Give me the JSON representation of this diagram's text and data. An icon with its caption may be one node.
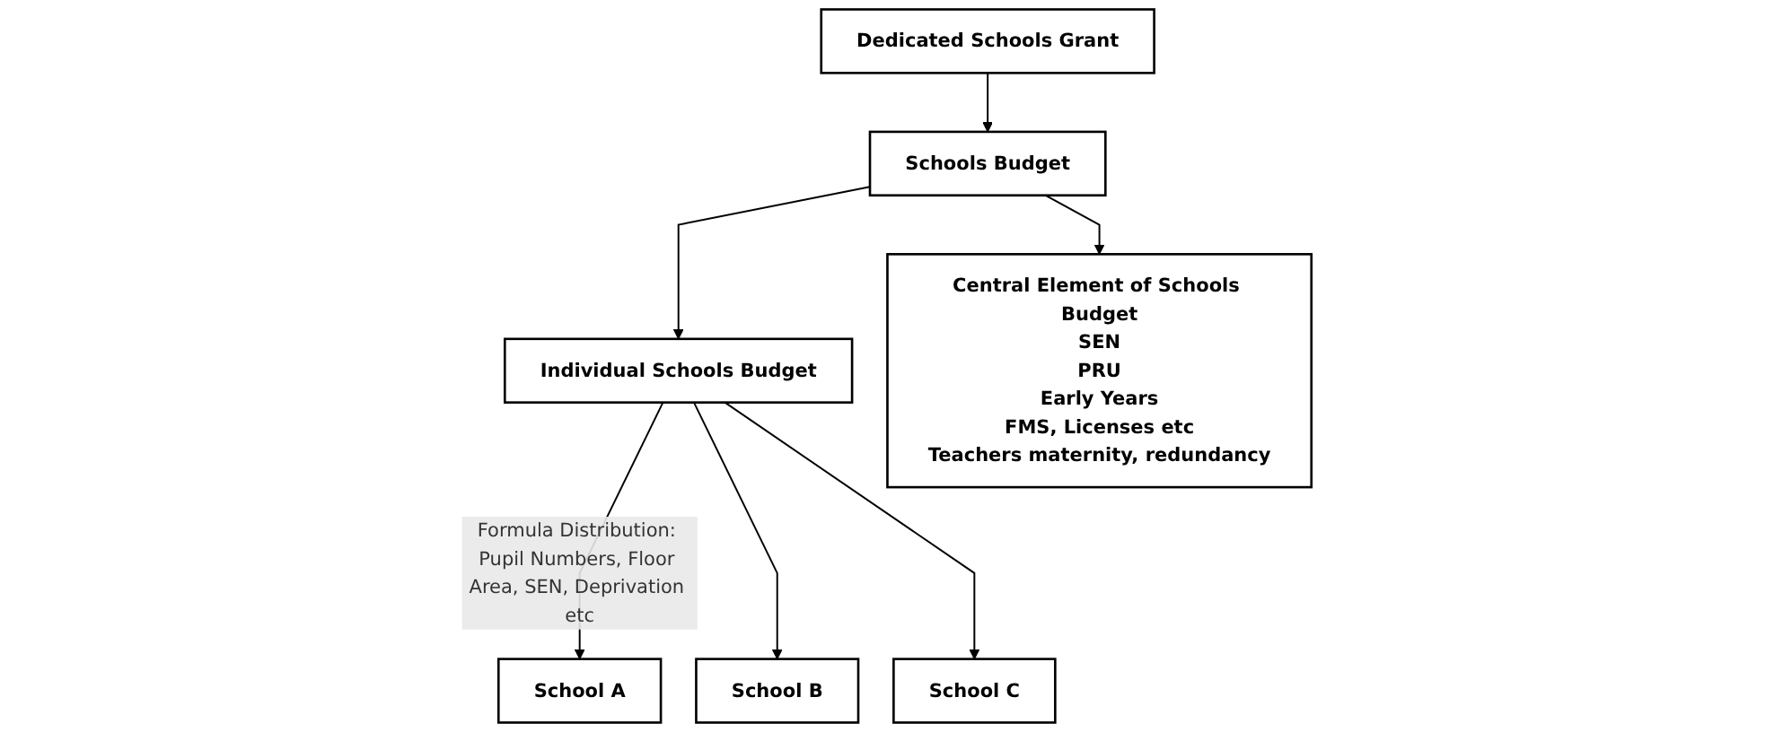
{
  "diagram": {
    "nodes": [
      {
        "text": [
          "Dedicated Schools Grant"
        ]
      },
      {
        "text": [
          "Schools Budget"
        ]
      },
      {
        "text": [
          "Individual Schools Budget"
        ]
      },
      {
        "text": [
          "Central Element of Schools Budget",
          "SEN",
          "PRU",
          "Early Years",
          "FMS, Licenses etc",
          "Teachers maternity, redundancy"
        ]
      },
      {
        "text": [
          "School A"
        ]
      },
      {
        "text": [
          "School B"
        ]
      },
      {
        "text": [
          "School C"
        ]
      }
    ],
    "edges": [
      {
        "from": 0,
        "to": 1,
        "arrow": "to"
      },
      {
        "from": 1,
        "to": 2,
        "arrow": "to"
      },
      {
        "from": 1,
        "to": 3,
        "arrow": "to"
      },
      {
        "from": 2,
        "to": 4,
        "arrow": "to",
        "label": "Formula Distribution: Pupil Numbers, Floor Area, SEN, Deprivation etc"
      },
      {
        "from": 2,
        "to": 5,
        "arrow": "to"
      },
      {
        "from": 2,
        "to": 6,
        "arrow": "to"
      }
    ]
  }
}
